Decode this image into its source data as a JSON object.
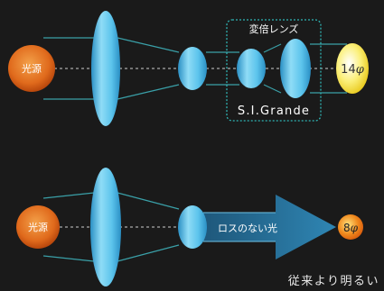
{
  "top": {
    "source_label": "光源",
    "zoom_box_label": "変倍レンズ",
    "product_name": "S.I.Grande",
    "output_value": "14",
    "output_unit": "φ"
  },
  "bottom": {
    "source_label": "光源",
    "arrow_label": "ロスのない光",
    "output_value": "8",
    "output_unit": "φ"
  },
  "caption": "従来より明るい",
  "colors": {
    "background": "#1a1a1a",
    "source": "#e06a1c",
    "lens": "#5cc4ec",
    "beam_line": "#3aa0a8",
    "zoom_box": "#2fb3b3",
    "top_spot": "#f5e44a",
    "bottom_spot": "#f08a1e",
    "arrow": "#2d7ea8"
  }
}
